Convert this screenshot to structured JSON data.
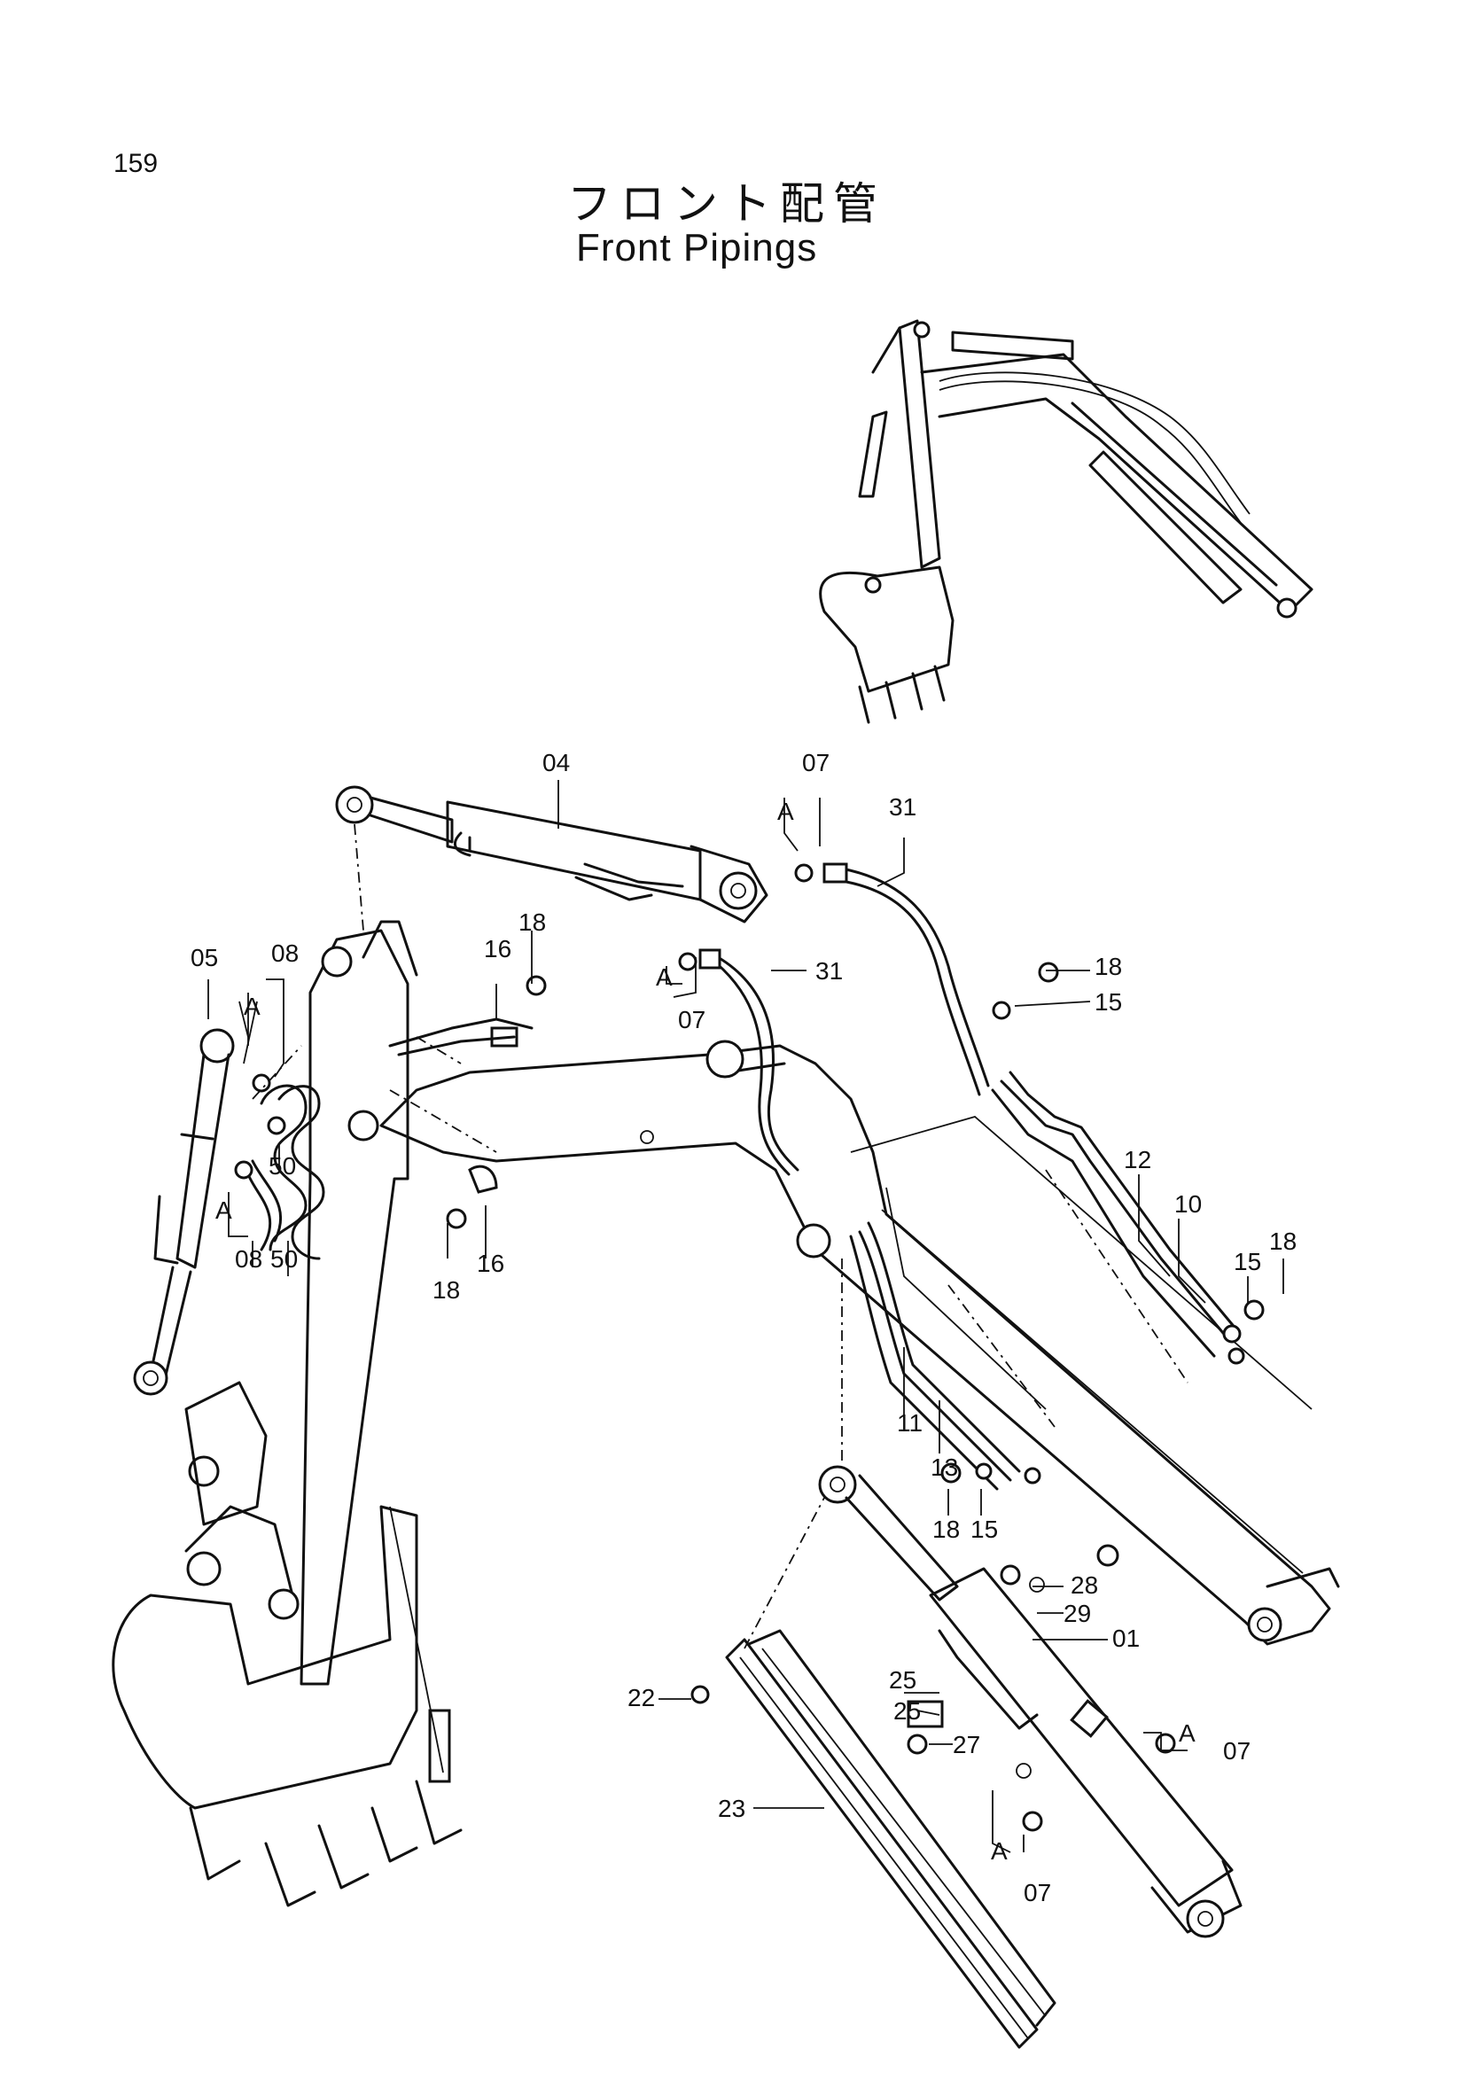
{
  "page": {
    "number": "159"
  },
  "title": {
    "japanese": "フロント配管",
    "english": "Front Pipings"
  },
  "labels": {
    "p04": "04",
    "p07a": "07",
    "p31a": "31",
    "a1": "A",
    "p18a": "18",
    "p16a": "16",
    "p05": "05",
    "p08a": "08",
    "a2": "A",
    "a3": "A",
    "p31b": "31",
    "p07b": "07",
    "p18b": "18",
    "p15a": "15",
    "p50a": "50",
    "a4": "A",
    "p08b": "08",
    "p50b": "50",
    "p18c": "18",
    "p16b": "16",
    "p12": "12",
    "p10": "10",
    "p15b": "15",
    "p18d": "18",
    "p11": "11",
    "p13": "13",
    "p18e": "18",
    "p15c": "15",
    "p28": "28",
    "p29": "29",
    "p01": "01",
    "p25a": "25",
    "p25b": "25",
    "p22": "22",
    "p27": "27",
    "a5": "A",
    "p07c": "07",
    "p23": "23",
    "a6": "A",
    "p07d": "07"
  }
}
